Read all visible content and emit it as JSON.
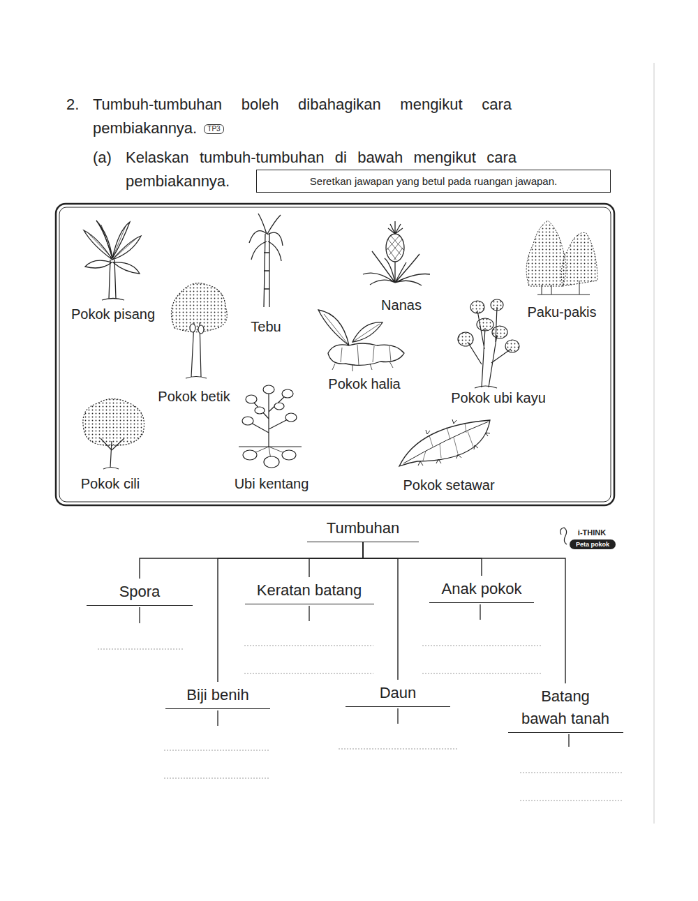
{
  "diagram": {
    "nodes": [
      {
        "text": [
          "Seretkan jawapan yang betul pada ruangan jawapan."
        ]
      },
      {
        "text": [
          "Tumbuhan"
        ]
      },
      {
        "text": [
          "Spora"
        ]
      },
      {
        "text": [
          "Keratan batang"
        ]
      },
      {
        "text": [
          "Anak pokok"
        ]
      },
      {
        "text": [
          "Biji benih"
        ]
      },
      {
        "text": [
          "Daun"
        ]
      },
      {
        "text": [
          "Batang bawah tanah"
        ]
      }
    ],
    "edges": [
      {
        "from": 1,
        "to": 2,
        "arrow": "none"
      },
      {
        "from": 1,
        "to": 3,
        "arrow": "none"
      },
      {
        "from": 1,
        "to": 4,
        "arrow": "none"
      },
      {
        "from": 1,
        "to": 5,
        "arrow": "none"
      },
      {
        "from": 1,
        "to": 6,
        "arrow": "none"
      },
      {
        "from": 1,
        "to": 7,
        "arrow": "none"
      }
    ],
    "labels": [
      "2.",
      "Tumbuh-tumbuhan boleh dibahagikan mengikut cara pembiakannya.",
      "TP3",
      "(a)",
      "Kelaskan tumbuh-tumbuhan di bawah mengikut cara pembiakannya.",
      "Pokok pisang",
      "Tebu",
      "Nanas",
      "Paku-pakis",
      "Pokok betik",
      "Pokok halia",
      "Pokok ubi kayu",
      "Pokok cili",
      "Ubi kentang",
      "Pokok setawar",
      "i-THINK",
      "Peta pokok"
    ]
  }
}
